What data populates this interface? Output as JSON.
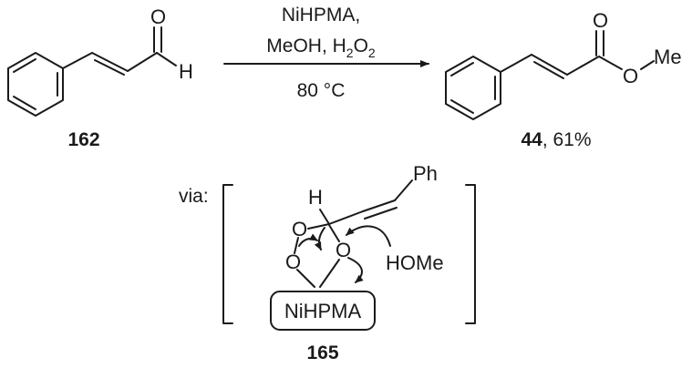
{
  "reaction": {
    "conditions": {
      "line1": "NiHPMA,",
      "line2_prefix": "MeOH, H",
      "line2_sub1": "2",
      "line2_mid": "O",
      "line2_sub2": "2",
      "line3": "80 °C"
    },
    "reactant": {
      "label": "162",
      "atoms": {
        "carbonyl_o": "O",
        "aldehyde_h": "H"
      }
    },
    "product": {
      "label_bold": "44",
      "label_rest": ", 61%",
      "atoms": {
        "carbonyl_o": "O",
        "ester_o": "O",
        "methyl": "Me"
      }
    }
  },
  "intermediate": {
    "via_label": "via:",
    "label": "165",
    "catalyst_box": "NiHPMA",
    "atoms": {
      "h": "H",
      "ph": "Ph",
      "o_top": "O",
      "o_left": "O",
      "o_right": "O",
      "methanol": "HOMe"
    }
  }
}
